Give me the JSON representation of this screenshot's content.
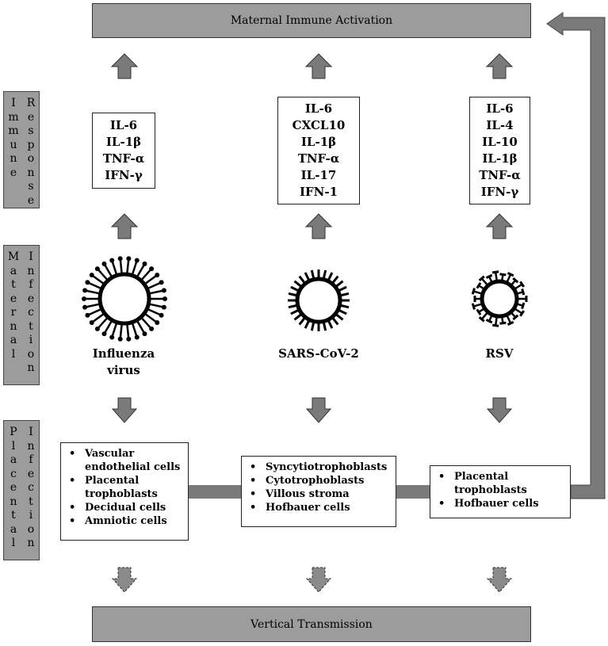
{
  "banners": {
    "top": "Maternal Immune Activation",
    "bottom": "Vertical Transmission"
  },
  "side_labels": {
    "immune_response": {
      "col1": "Immune",
      "col2": "Response"
    },
    "maternal_infection": {
      "col1": "Maternal",
      "col2": "Infection"
    },
    "placental_infection": {
      "col1": "Placental",
      "col2": "Infection"
    }
  },
  "pathogens": [
    {
      "name_line1": "Influenza",
      "name_line2": "virus",
      "icon": "spiky-virus-icon",
      "cytokines": [
        "IL-6",
        "IL-1β",
        "TNF-α",
        "IFN-γ"
      ],
      "placental_cells": [
        "Vascular endothelial cells",
        "Placental trophoblasts",
        "Decidual cells",
        "Amniotic cells"
      ]
    },
    {
      "name_line1": "SARS-CoV-2",
      "name_line2": "",
      "icon": "coronavirus-icon",
      "cytokines": [
        "IL-6",
        "CXCL10",
        "IL-1β",
        "TNF-α",
        "IL-17",
        "IFN-1"
      ],
      "placental_cells": [
        "Syncytiotrophoblasts",
        "Cytotrophoblasts",
        "Villous stroma",
        "Hofbauer cells"
      ]
    },
    {
      "name_line1": "RSV",
      "name_line2": "",
      "icon": "rsv-virus-icon",
      "cytokines": [
        "IL-6",
        "IL-4",
        "IL-10",
        "IL-1β",
        "TNF-α",
        "IFN-γ"
      ],
      "placental_cells": [
        "Placental trophoblasts",
        "Hofbauer cells"
      ]
    }
  ],
  "colors": {
    "banner_fill": "#9c9c9c",
    "arrow_fill": "#7a7a7a",
    "connector": "#7a7a7a"
  }
}
